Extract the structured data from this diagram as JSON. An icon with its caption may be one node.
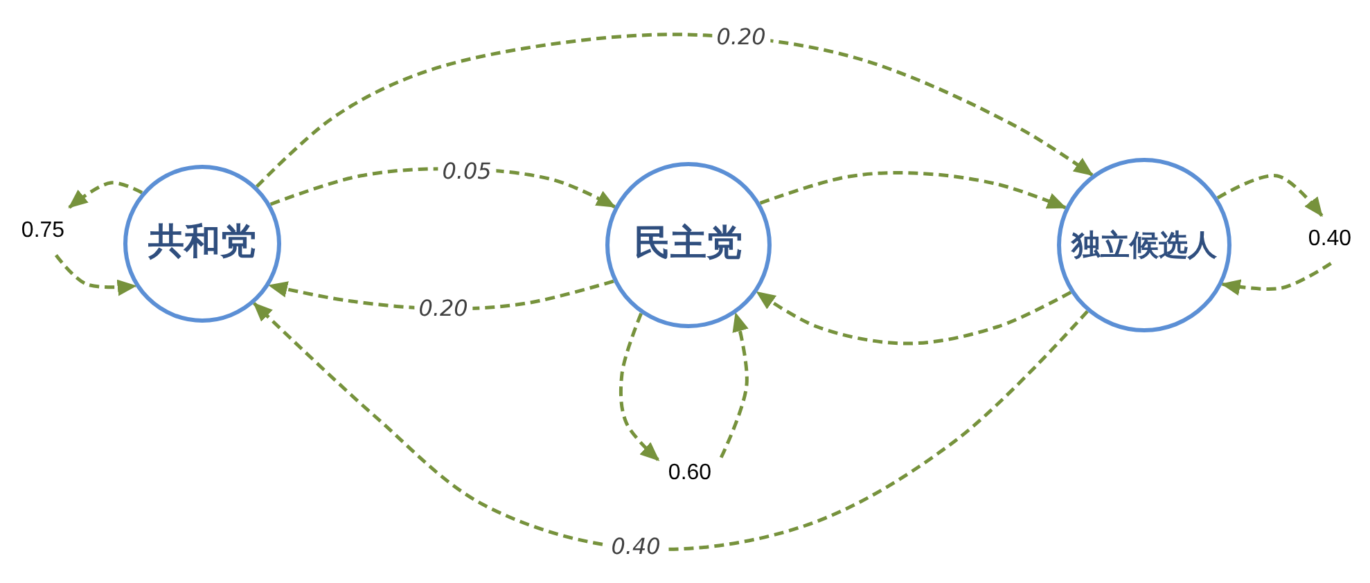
{
  "diagram": {
    "nodes": [
      {
        "text": [
          "0.75"
        ]
      },
      {
        "text": [
          "共和党"
        ]
      },
      {
        "text": [
          "民主党"
        ]
      },
      {
        "text": [
          "独立候选人"
        ]
      },
      {
        "text": [
          "0.40"
        ]
      },
      {
        "text": [
          "0.60"
        ]
      }
    ],
    "edges": [
      {
        "from": 1,
        "to": 0,
        "arrow": "to",
        "style": "dashed"
      },
      {
        "from": 0,
        "to": 1,
        "arrow": "to",
        "style": "dashed"
      },
      {
        "from": 1,
        "to": 2,
        "arrow": "to",
        "label": "0.05",
        "style": "dashed"
      },
      {
        "from": 2,
        "to": 1,
        "arrow": "to",
        "label": "0.20",
        "style": "dashed"
      },
      {
        "from": 1,
        "to": 3,
        "arrow": "to",
        "label": "0.20",
        "style": "dashed"
      },
      {
        "from": 2,
        "to": 3,
        "arrow": "to",
        "style": "dashed"
      },
      {
        "from": 3,
        "to": 2,
        "arrow": "to",
        "style": "dashed"
      },
      {
        "from": 3,
        "to": 1,
        "arrow": "to",
        "label": "0.40",
        "style": "dashed"
      },
      {
        "from": 2,
        "to": 5,
        "arrow": "to",
        "style": "dashed"
      },
      {
        "from": 5,
        "to": 2,
        "arrow": "to",
        "style": "dashed"
      },
      {
        "from": 3,
        "to": 4,
        "arrow": "to",
        "style": "dashed"
      },
      {
        "from": 4,
        "to": 3,
        "arrow": "to",
        "style": "dashed"
      }
    ]
  }
}
